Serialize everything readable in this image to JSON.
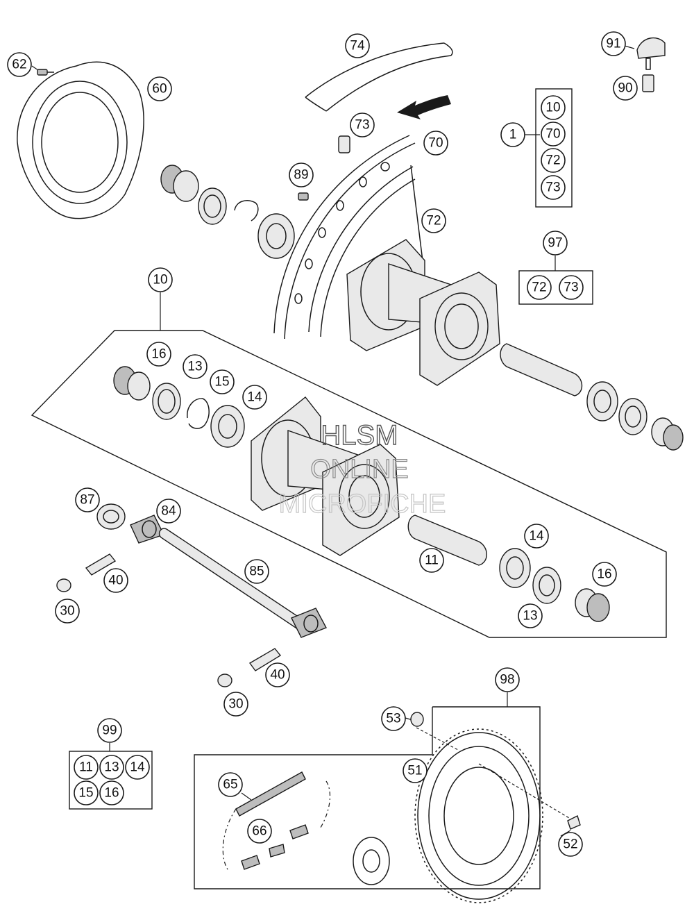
{
  "watermark": {
    "line1": "HLSM",
    "line2": "ONLINE",
    "line3": "MICROFICHE"
  },
  "callouts": {
    "c1": "1",
    "c10a": "10",
    "c70a": "70",
    "c72a": "72",
    "c73a": "73",
    "c10": "10",
    "c11": "11",
    "c13a": "13",
    "c13b": "13",
    "c14a": "14",
    "c14b": "14",
    "c15": "15",
    "c16a": "16",
    "c16b": "16",
    "c30a": "30",
    "c30b": "30",
    "c40a": "40",
    "c40b": "40",
    "c51": "51",
    "c52": "52",
    "c53": "53",
    "c60": "60",
    "c62": "62",
    "c65": "65",
    "c66": "66",
    "c70": "70",
    "c72": "72",
    "c73": "73",
    "c74": "74",
    "c84": "84",
    "c85": "85",
    "c87": "87",
    "c89": "89",
    "c90": "90",
    "c91": "91",
    "c97": "97",
    "c97a": "72",
    "c97b": "73",
    "c98": "98",
    "c99": "99",
    "c99a": "11",
    "c99b": "13",
    "c99c": "14",
    "c99d": "15",
    "c99e": "16"
  }
}
